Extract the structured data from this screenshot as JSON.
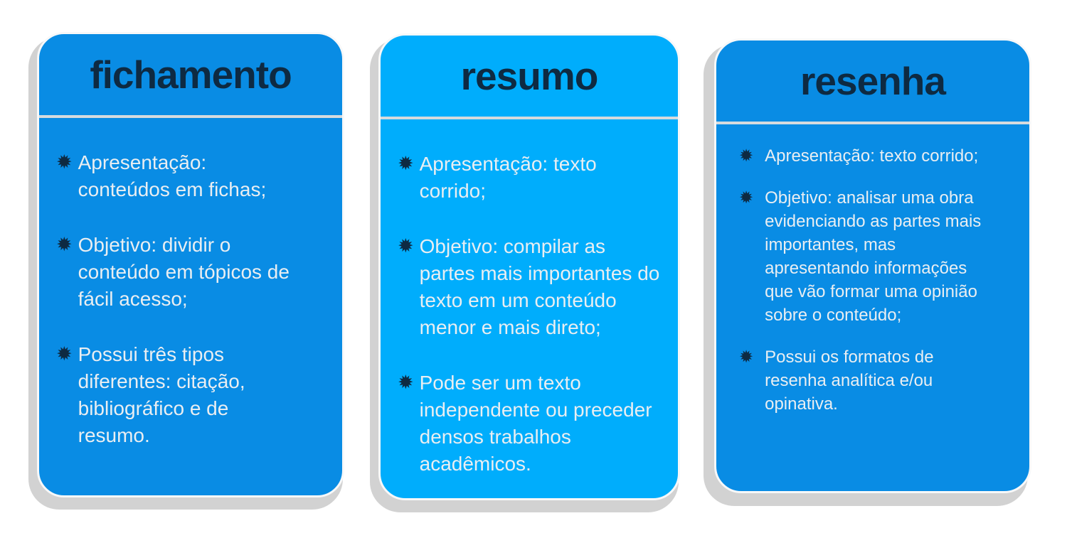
{
  "infographic": {
    "bullet_icon": "✹",
    "colors": {
      "card_blue": "#098ce4",
      "card_light_blue": "#00adfc",
      "title_navy": "#0e2a42",
      "divider_gray": "#d6dbde",
      "shadow_gray": "#d2d2d2",
      "body_text": "#e9eef2",
      "page_background": "#ffffff"
    },
    "cards": [
      {
        "title": "fichamento",
        "items": [
          "Apresentação: conteúdos em fichas;",
          "Objetivo: dividir o conteúdo em tópicos de fácil acesso;",
          "Possui três tipos diferentes: citação, bibliográfico e de resumo."
        ]
      },
      {
        "title": "resumo",
        "items": [
          "Apresentação: texto corrido;",
          "Objetivo: compilar as partes mais importantes do texto em um conteúdo menor e mais direto;",
          "Pode ser um texto independente ou preceder densos trabalhos acadêmicos."
        ]
      },
      {
        "title": "resenha",
        "items": [
          "Apresentação: texto corrido;",
          "Objetivo: analisar uma obra evidenciando as partes mais importantes, mas apresentando informações que vão formar uma opinião sobre o conteúdo;",
          "Possui os formatos de resenha analítica e/ou opinativa."
        ]
      }
    ]
  }
}
